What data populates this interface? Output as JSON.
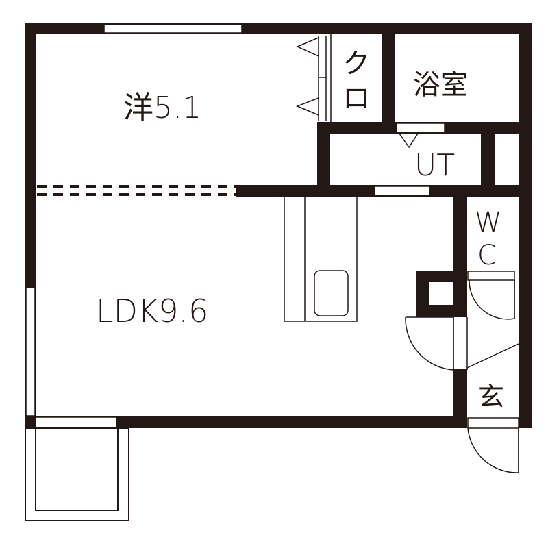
{
  "floorplan": {
    "colors": {
      "wall": "#231815",
      "background": "#ffffff"
    },
    "rooms": {
      "western_room": {
        "label": "洋5.1",
        "type": "洋室",
        "size_jo": 5.1
      },
      "closet": {
        "label_line1": "ク",
        "label_line2": "ロ",
        "full": "クロ"
      },
      "bathroom": {
        "label": "浴室"
      },
      "utility": {
        "label": "UT"
      },
      "toilet": {
        "label_line1": "W",
        "label_line2": "C",
        "full": "WC"
      },
      "ldk": {
        "label": "LDK9.6",
        "type": "LDK",
        "size_jo": 9.6
      },
      "entrance": {
        "label": "玄"
      }
    }
  }
}
